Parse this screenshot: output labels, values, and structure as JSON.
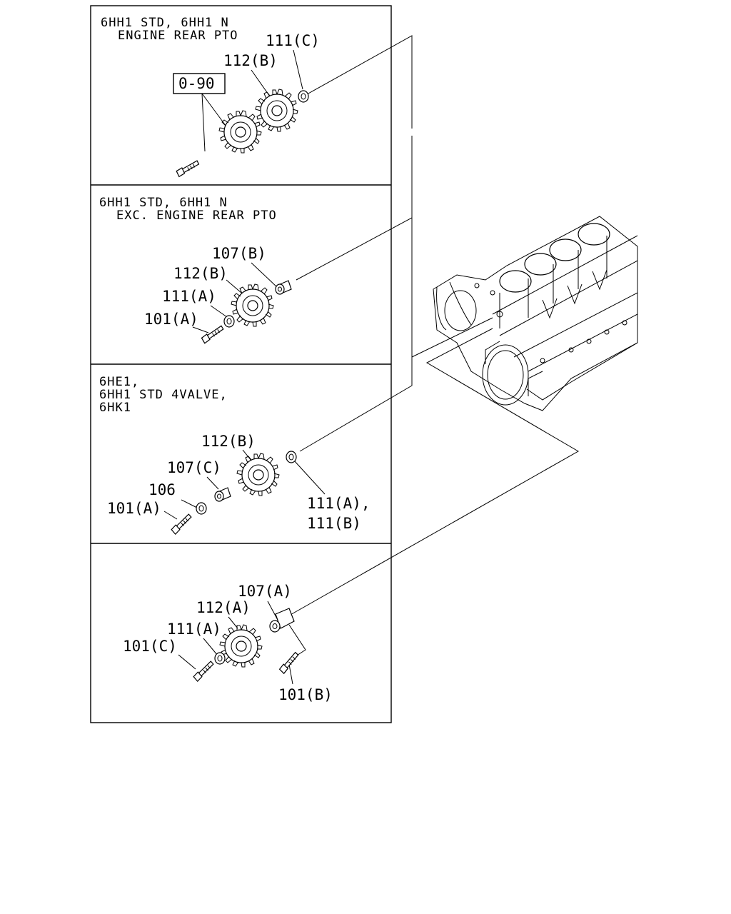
{
  "panels": [
    {
      "header": [
        "6HH1 STD, 6HH1 N",
        "ENGINE REAR PTO"
      ],
      "reference": "0-90",
      "callouts": [
        "111(C)",
        "112(B)"
      ]
    },
    {
      "header": [
        "6HH1 STD, 6HH1 N",
        "EXC. ENGINE REAR PTO"
      ],
      "callouts": [
        "107(B)",
        "112(B)",
        "111(A)",
        "101(A)"
      ]
    },
    {
      "header": [
        "6HE1,",
        "6HH1 STD 4VALVE,",
        "6HK1"
      ],
      "callouts": [
        "112(B)",
        "107(C)",
        "106",
        "101(A)",
        "111(A),",
        "111(B)"
      ]
    },
    {
      "header": [],
      "callouts": [
        "107(A)",
        "112(A)",
        "111(A)",
        "101(C)",
        "101(B)"
      ]
    }
  ]
}
